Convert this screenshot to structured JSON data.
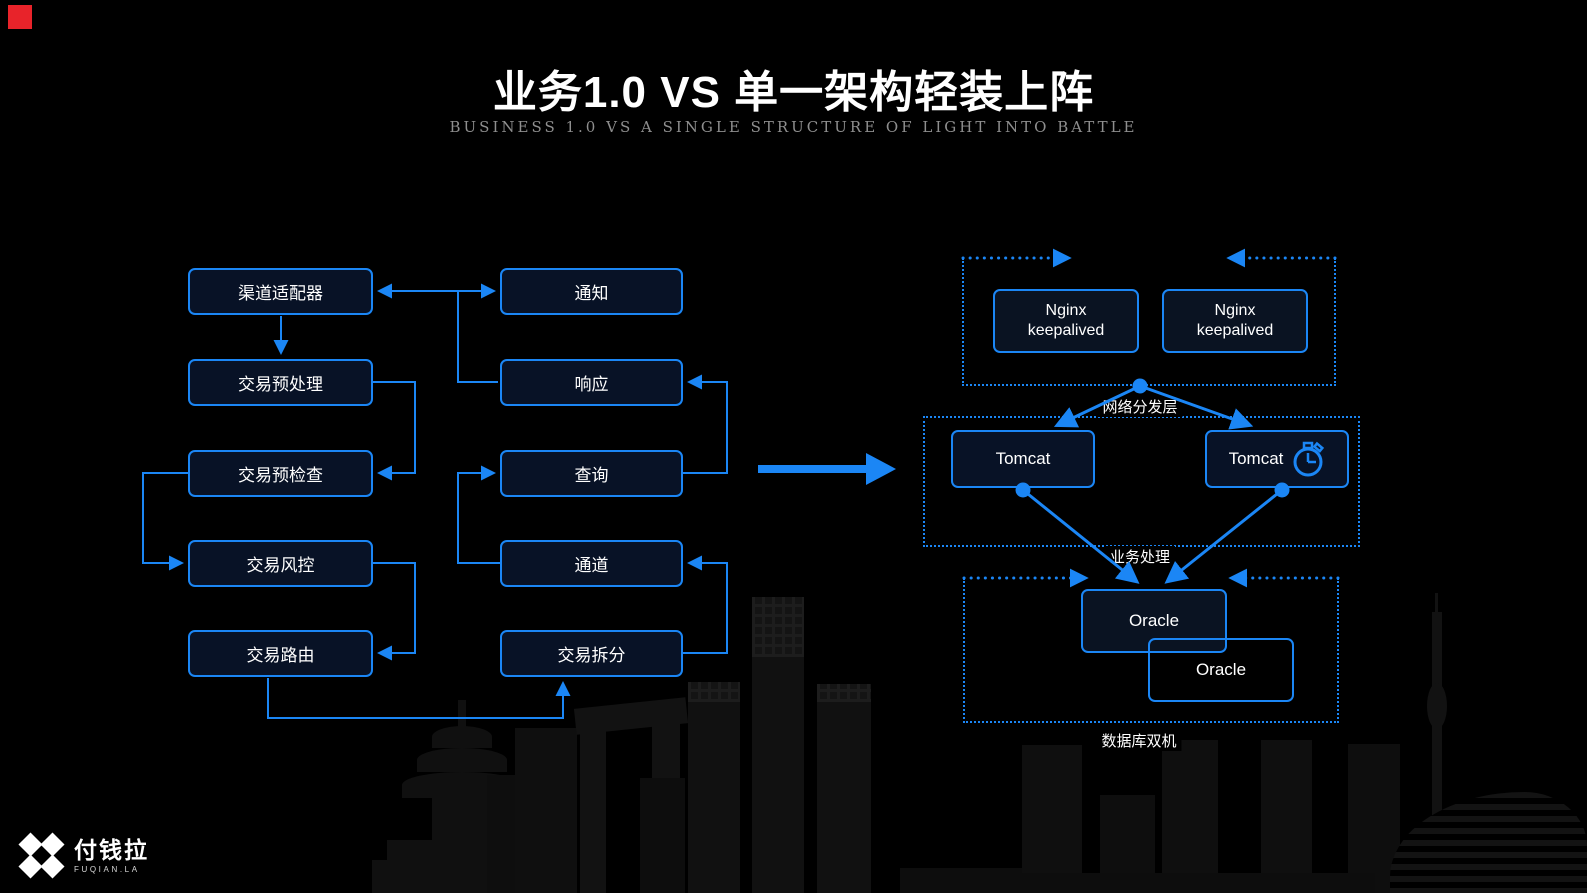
{
  "slide": {
    "title": "业务1.0 VS 单一架构轻装上阵",
    "subtitle": "BUSINESS 1.0 VS A SINGLE STRUCTURE OF LIGHT INTO BATTLE"
  },
  "colors": {
    "accent_blue": "#1b86f5",
    "node_fill": "#081226",
    "background": "#000000",
    "red_block": "#e8232a",
    "subtitle_gray": "#8e8e8e"
  },
  "left_flow": {
    "column1": [
      "渠道适配器",
      "交易预处理",
      "交易预检查",
      "交易风控",
      "交易路由"
    ],
    "column2": [
      "通知",
      "响应",
      "查询",
      "通道",
      "交易拆分"
    ]
  },
  "right_arch": {
    "web_layer": {
      "nodes": [
        "Nginx\nkeepalived",
        "Nginx\nkeepalived"
      ]
    },
    "dispatch_label": "网络分发层",
    "app_layer": {
      "nodes": [
        "Tomcat",
        "Tomcat"
      ],
      "timer_icon_on_second": true
    },
    "business_label": "业务处理",
    "db_layer": {
      "nodes": [
        "Oracle",
        "Oracle"
      ]
    },
    "db_label": "数据库双机"
  },
  "logo": {
    "name": "付钱拉",
    "domain": "FUQIAN.LA"
  }
}
